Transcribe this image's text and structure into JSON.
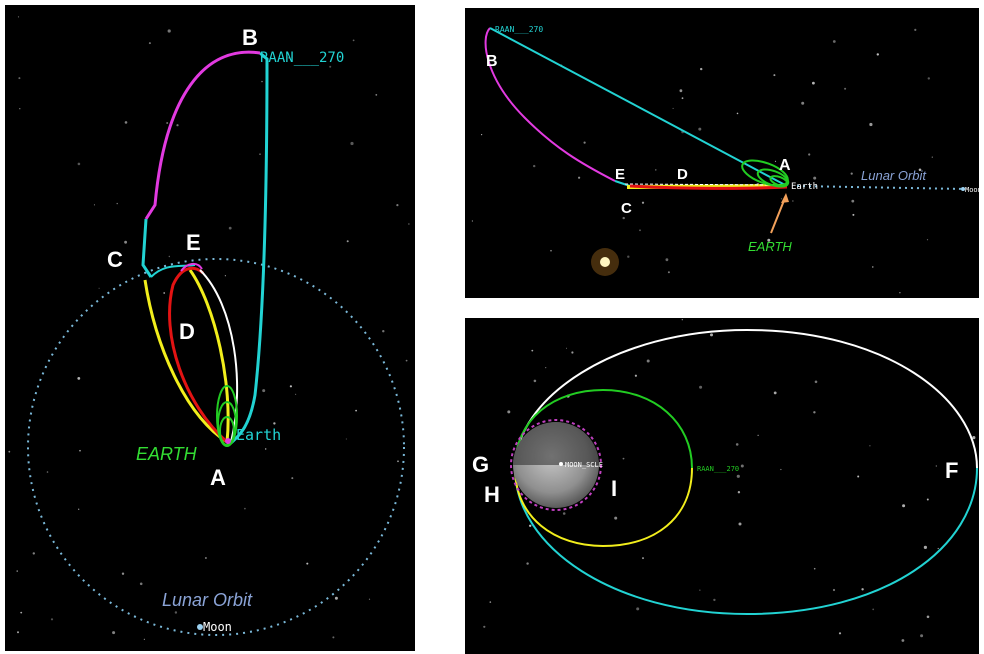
{
  "left_panel": {
    "points": {
      "A": "A",
      "B": "B",
      "C": "C",
      "D": "D",
      "E": "E"
    },
    "raan_label": "RAAN___270",
    "earth_small": "Earth",
    "earth_big": "EARTH",
    "lunar_orbit": "Lunar Orbit",
    "moon": "Moon"
  },
  "top_right_panel": {
    "points": {
      "A": "A",
      "B": "B",
      "C": "C",
      "D": "D",
      "E": "E"
    },
    "raan_label": "RAAN___270",
    "earth_small": "Earth",
    "earth_big": "EARTH",
    "lunar_orbit": "Lunar Orbit",
    "moon": "Moon"
  },
  "bottom_right_panel": {
    "points": {
      "F": "F",
      "G": "G",
      "H": "H",
      "I": "I"
    },
    "raan_label": "RAAN___270",
    "moon_label": "MOON_SCLE"
  },
  "colors": {
    "cyan": "#22d3d3",
    "magenta": "#e23ae0",
    "yellow": "#f2ee1c",
    "red": "#e31313",
    "green": "#22cc22",
    "white": "#ffffff",
    "orbit_dots": "#7ab8d8",
    "earth_big": "#33dd33",
    "lunar_text": "#8aa3d6",
    "arrow": "#f2a05a"
  }
}
